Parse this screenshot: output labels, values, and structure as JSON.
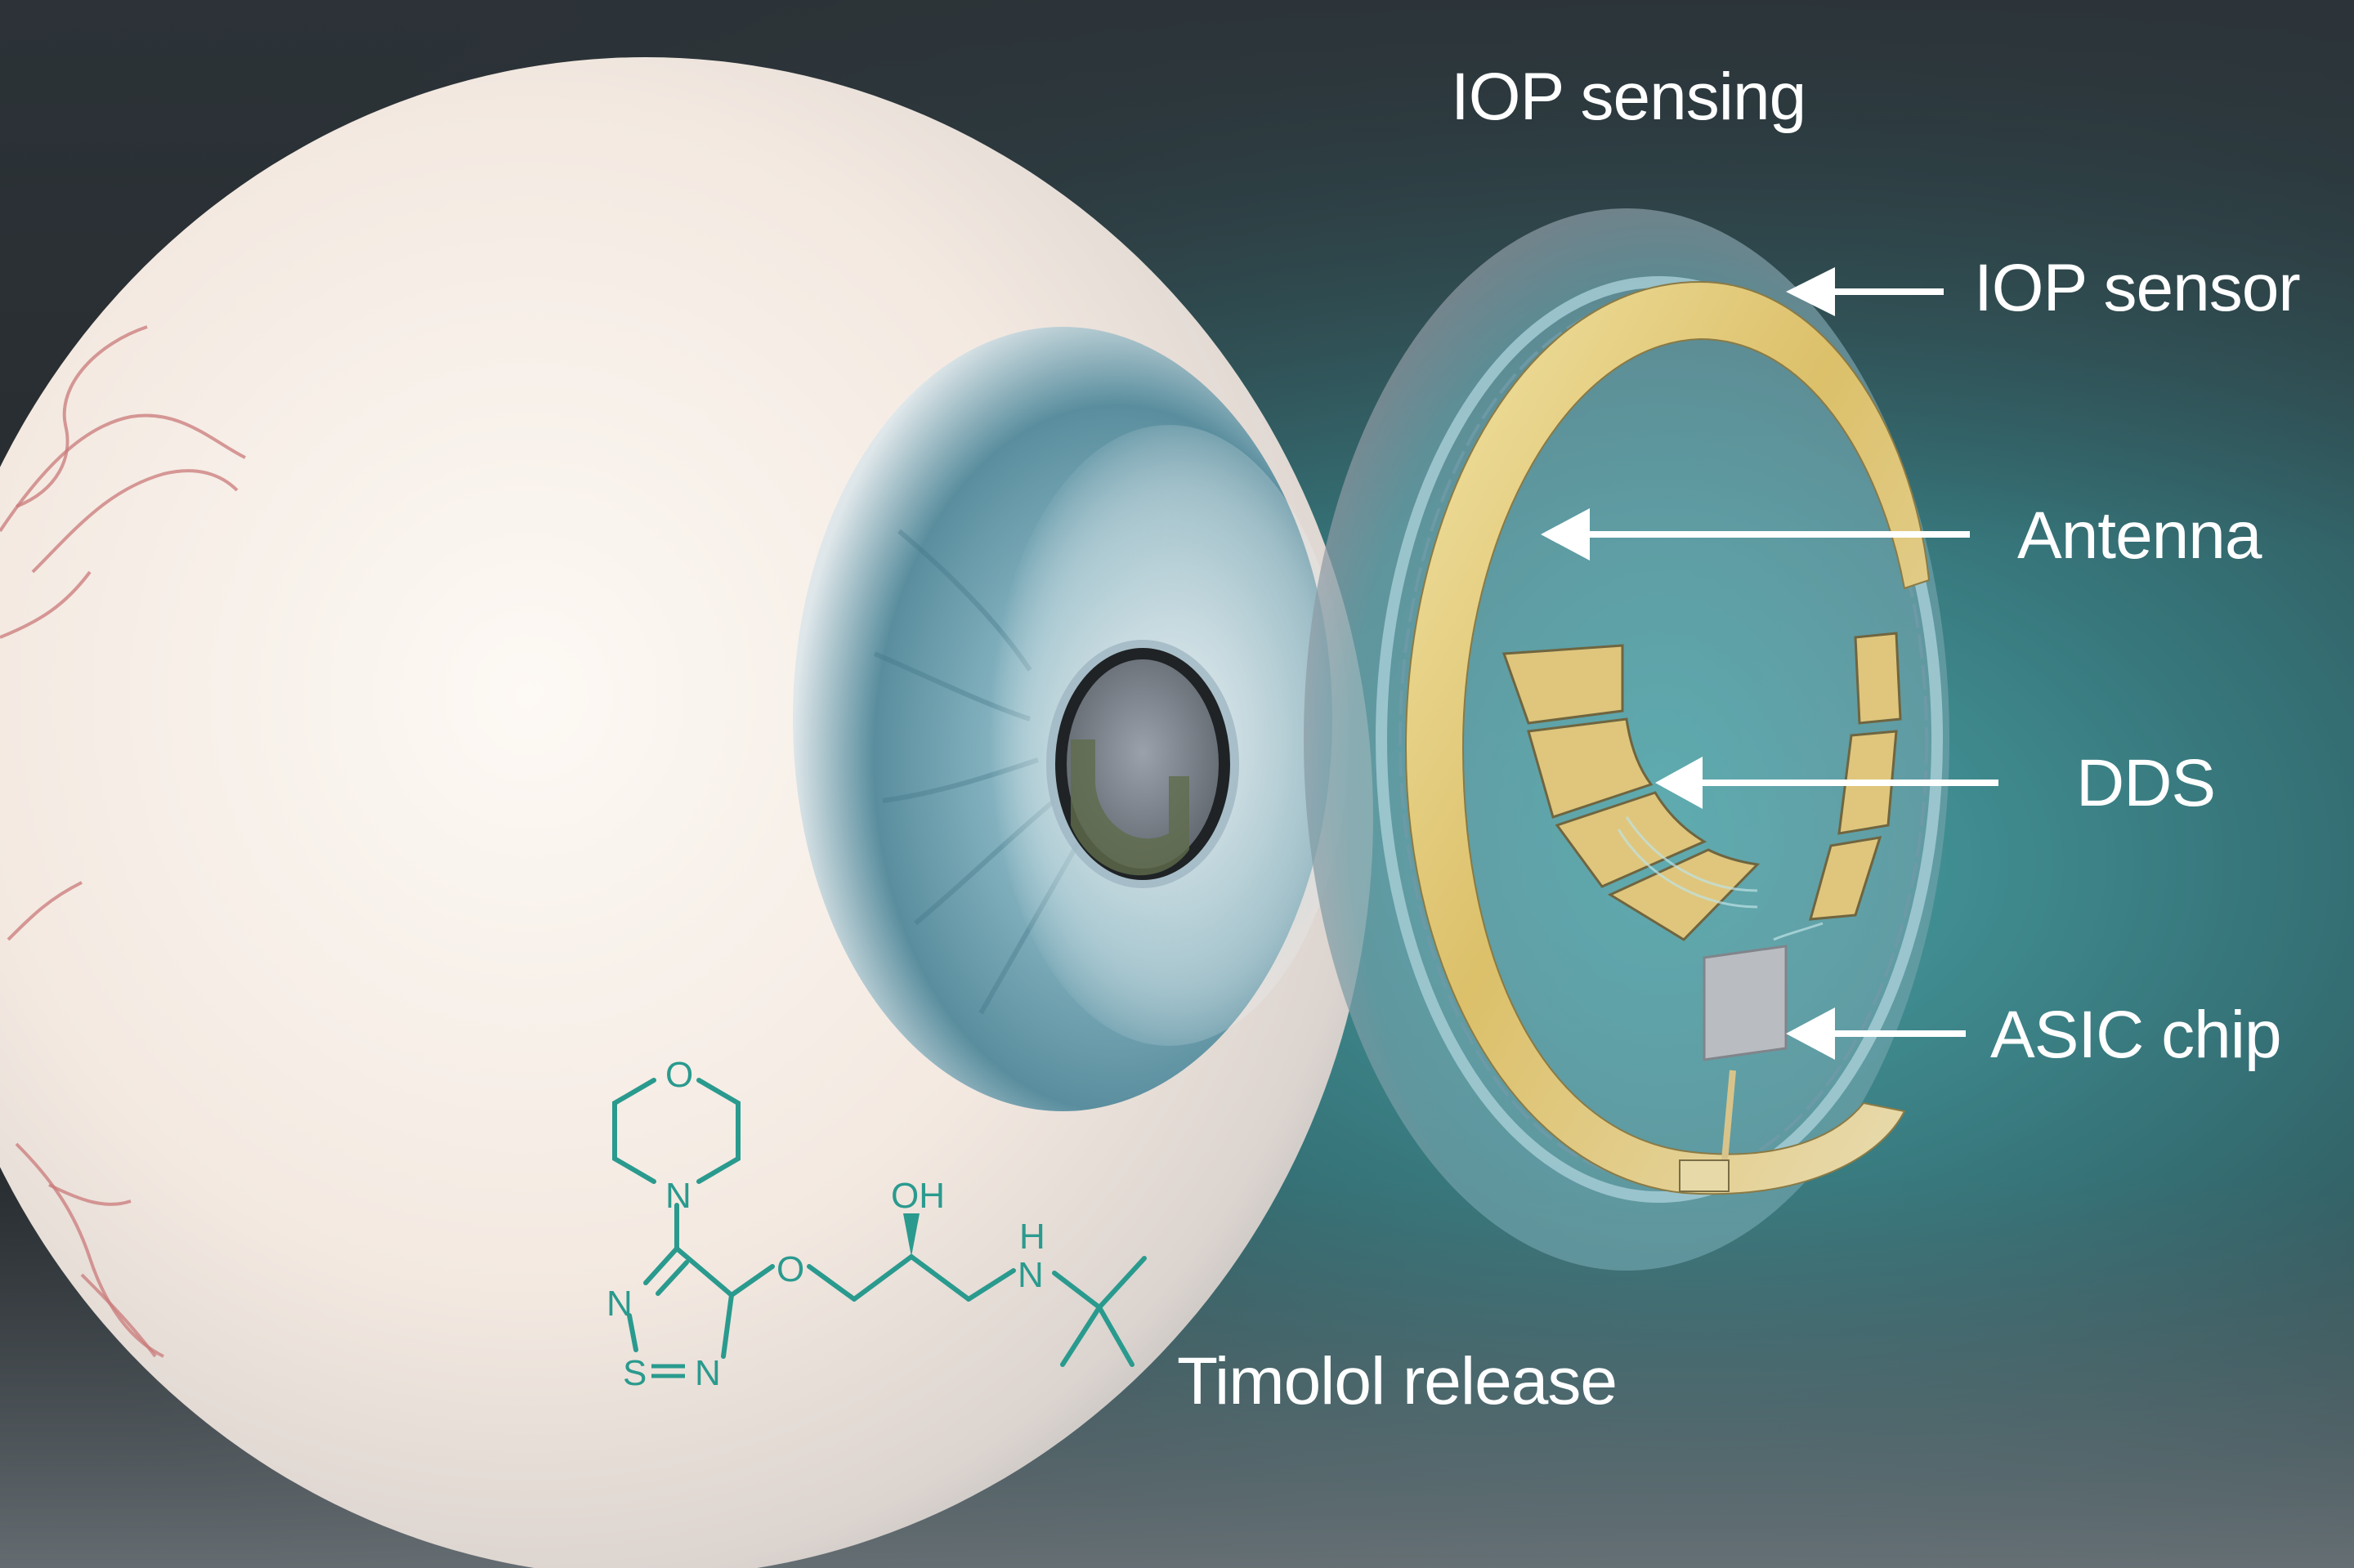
{
  "figure": {
    "subject": "Smart contact lens for intraocular pressure sensing and drug delivery",
    "colors": {
      "background_dark": "#2b3236",
      "background_teal": "#3f8d93",
      "sclera": "#f6eee6",
      "iris": "#5f97a6",
      "antenna_gold": "#e2c66d",
      "lens_rim": "#9fc7d0",
      "asic_chip": "#b9bcc0",
      "molecule": "#2a9a8e",
      "label_text": "#ffffff",
      "vessels": "#c9797a"
    }
  },
  "labels": {
    "iop_sensing": "IOP sensing",
    "iop_sensor": "IOP sensor",
    "antenna": "Antenna",
    "dds": "DDS",
    "asic_chip": "ASIC chip",
    "timolol_release": "Timolol release"
  },
  "molecule": {
    "name": "Timolol",
    "atoms": {
      "o_ring": "O",
      "n_ring": "N",
      "n_left": "N",
      "s": "S",
      "eq": "=",
      "n_bottom": "N",
      "o_ether": "O",
      "oh": "OH",
      "h": "H",
      "n_amine": "N"
    }
  }
}
